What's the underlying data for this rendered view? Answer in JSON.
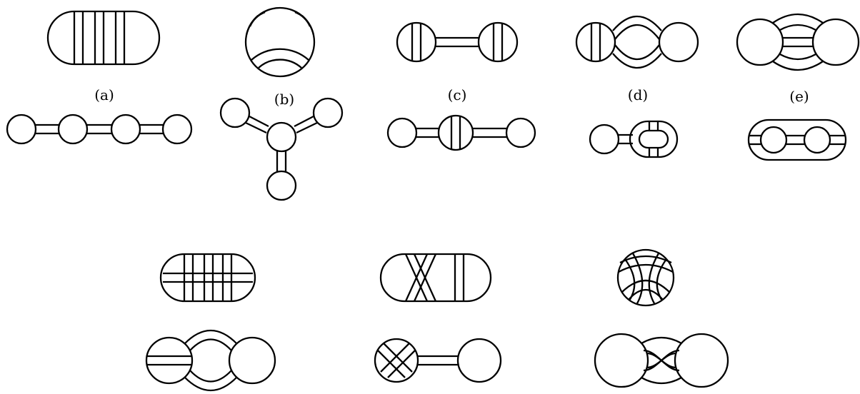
{
  "captions": {
    "a": "(a)",
    "b": "(b)",
    "c": "(c)",
    "d": "(d)",
    "e": "(e)"
  },
  "colors": {
    "stroke": "#000000",
    "background": "#ffffff"
  }
}
